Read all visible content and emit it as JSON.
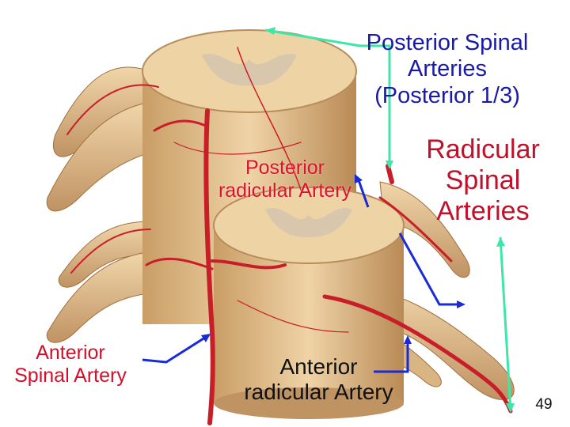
{
  "labels": {
    "posterior_spinal": "Posterior Spinal\nArteries\n(Posterior 1/3)",
    "radicular_spinal": "Radicular\nSpinal\nArteries",
    "posterior_radicular": "Posterior\nradicular Artery",
    "anterior_spinal": "Anterior\nSpinal Artery",
    "anterior_radicular": "Anterior\nradicular Artery"
  },
  "slide_number": "49",
  "colors": {
    "green_pointer": "#3ee6a8",
    "blue_pointer": "#1a2bd6",
    "tissue": "#e6c596",
    "tissue_shadow": "#b88d5c",
    "artery": "#c81e2a"
  }
}
